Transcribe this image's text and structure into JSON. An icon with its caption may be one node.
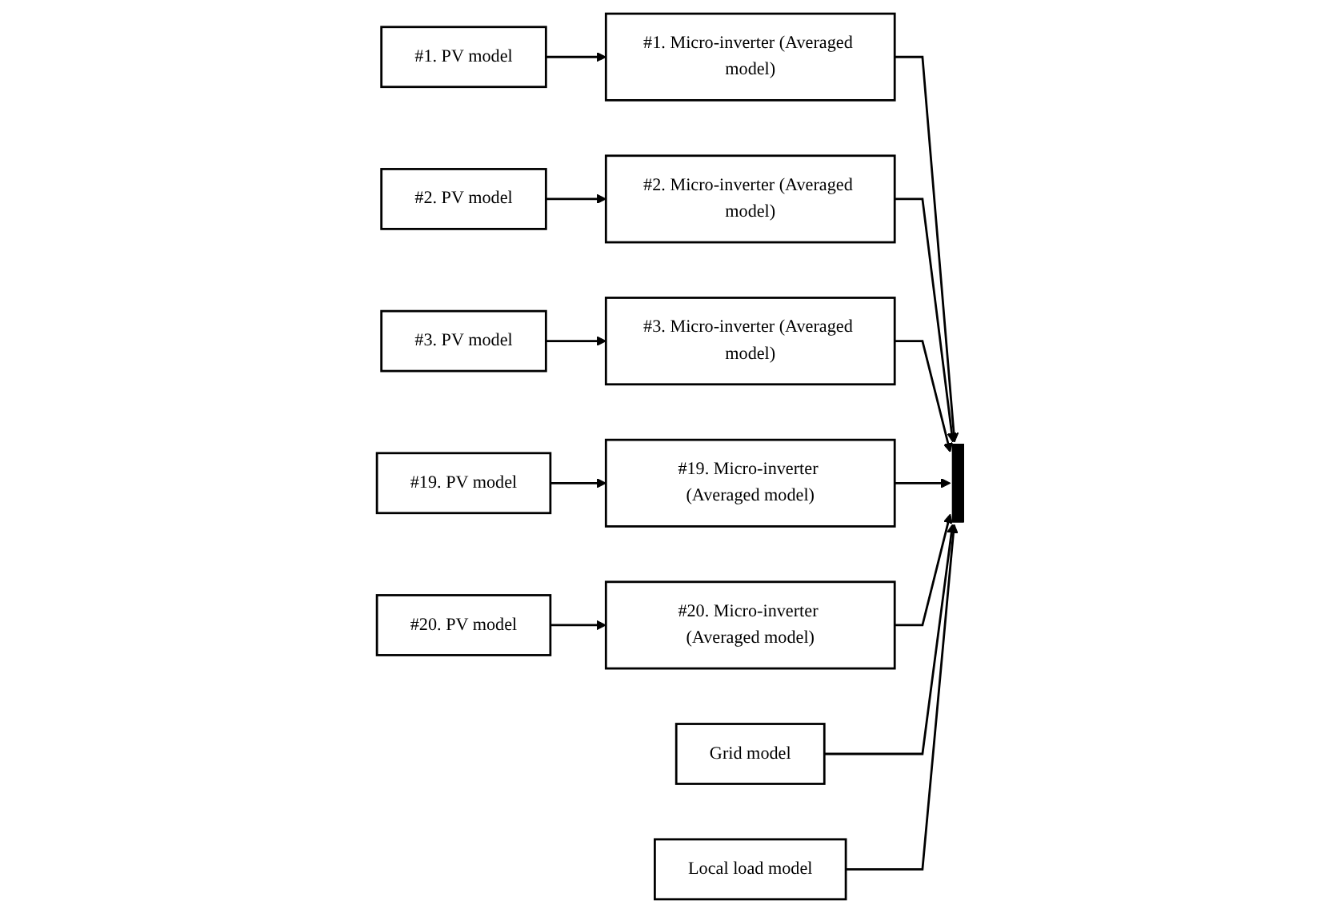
{
  "diagram": {
    "nodes": [
      {
        "text": [
          "#1. PV model"
        ]
      },
      {
        "text": [
          "#1. Micro-inverter (Averaged model)"
        ]
      },
      {
        "text": [
          "#2. PV model"
        ]
      },
      {
        "text": [
          "#2. Micro-inverter (Averaged model)"
        ]
      },
      {
        "text": [
          "#3. PV model"
        ]
      },
      {
        "text": [
          "#3. Micro-inverter (Averaged model)"
        ]
      },
      {
        "text": [],
        "shape": "bar"
      },
      {
        "text": [
          "Grid model"
        ]
      },
      {
        "text": [
          "Local load model"
        ]
      },
      {
        "text": [
          "#19. PV model"
        ]
      },
      {
        "text": [
          "#19. Micro-inverter (Averaged model)"
        ]
      },
      {
        "text": [
          "#20. PV model"
        ]
      },
      {
        "text": [
          "#20. Micro-inverter (Averaged model)"
        ]
      }
    ],
    "edges": [
      {
        "from": 0,
        "to": 1,
        "arrow": "to"
      },
      {
        "from": 2,
        "to": 3,
        "arrow": "to"
      },
      {
        "from": 4,
        "to": 5,
        "arrow": "to"
      },
      {
        "from": 9,
        "to": 10,
        "arrow": "to"
      },
      {
        "from": 11,
        "to": 12,
        "arrow": "to"
      },
      {
        "from": 1,
        "to": 6,
        "arrow": "to"
      },
      {
        "from": 3,
        "to": 6,
        "arrow": "to"
      },
      {
        "from": 5,
        "to": 6,
        "arrow": "to"
      },
      {
        "from": 10,
        "to": 6,
        "arrow": "to"
      },
      {
        "from": 12,
        "to": 6,
        "arrow": "to"
      },
      {
        "from": 7,
        "to": 6,
        "arrow": "to"
      },
      {
        "from": 8,
        "to": 6,
        "arrow": "to"
      }
    ]
  }
}
